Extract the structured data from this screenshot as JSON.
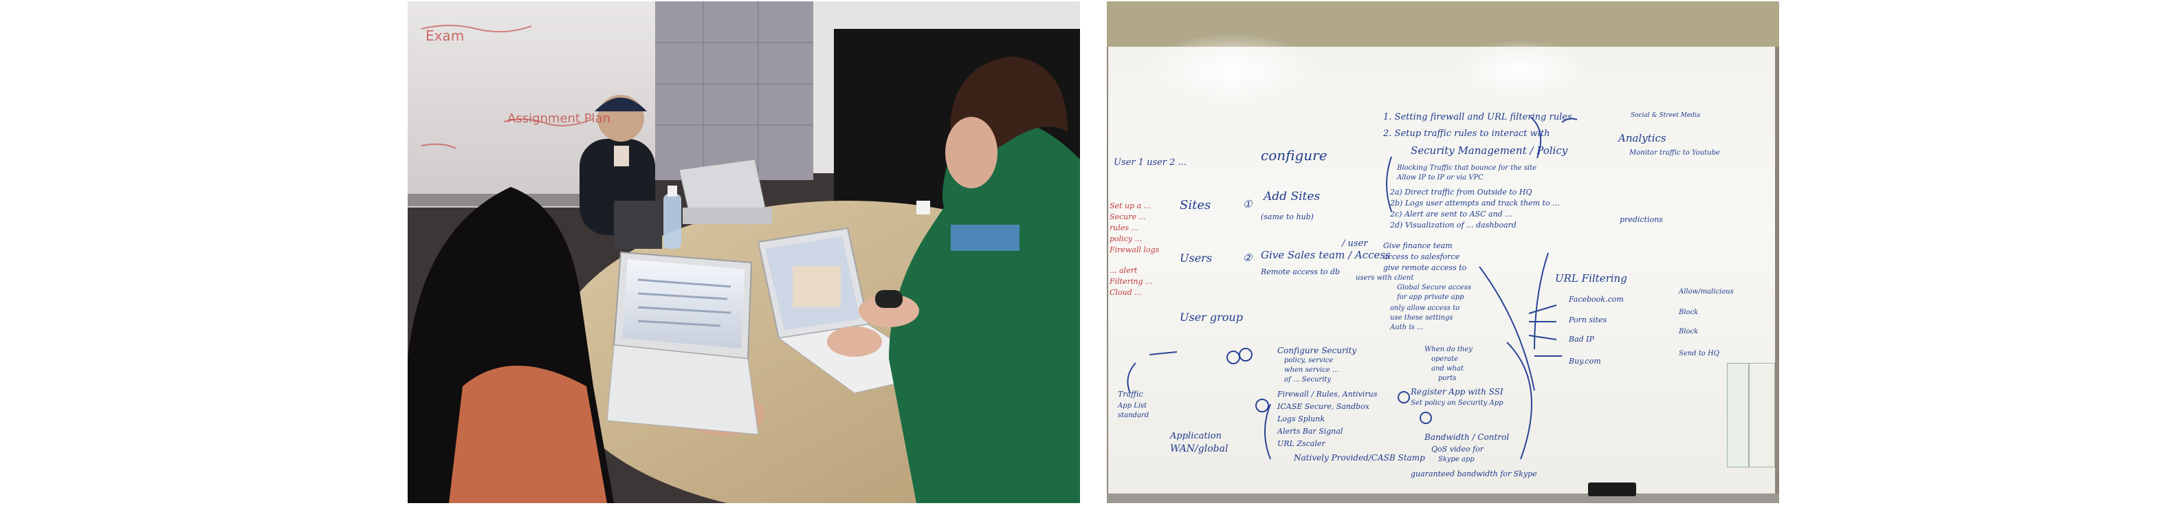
{
  "left_photo": {
    "whiteboard_scribbles": [
      "Exam",
      "Assignment Plan"
    ]
  },
  "right_photo": {
    "headings": {
      "configure": "configure",
      "sites": "Sites",
      "users": "Users",
      "user_group": "User group",
      "analytics": "Analytics",
      "url_filtering": "URL Filtering",
      "predictions": "predictions",
      "application": "Application",
      "wan_global": "WAN/global",
      "traffic": "Traffic",
      "app_list": "App List",
      "standard": "standard"
    },
    "steps": {
      "add_sites": "Add Sites",
      "add_sites_sub": "(same to hub)",
      "give_sales_team": "Give Sales team / Access",
      "remote_access": "Remote access to db",
      "user_user": "/ user",
      "setup_1": "1.  Setting firewall and URL filtering rules",
      "setup_2": "2.  Setup traffic rules to interact with",
      "security_mgmt": "Security Management / Policy",
      "blocking_traffic": "Blocking Traffic that bounce for the site",
      "allow_ip": "Allow IP to IP or via VPC",
      "direct_traffic": "2a) Direct traffic from Outside to HQ",
      "logs": "2b) Logs user attempts and track them to ...",
      "alert": "2c) Alert are sent to ASC and ...",
      "visualization": "2d) Visualization of ... dashboard"
    },
    "url_list": [
      "Facebook.com",
      "Porn sites",
      "Bad IP",
      "Buy.com"
    ],
    "url_actions": [
      "Allow/malicious",
      "Block",
      "Block",
      "Send to HQ"
    ],
    "middle_notes": [
      "Give finance team",
      "access to salesforce",
      "give remote access to",
      "users with client",
      "Global Secure access",
      "for app private app",
      "only allow access to",
      "use these settings",
      "Auth is ..."
    ],
    "bottom_notes": [
      "Configure Security",
      "policy, service",
      "when service ...",
      "of ... Security",
      "Firewall / Rules, Antivirus",
      "ICASE   Secure, Sandbox",
      "Logs    Splunk",
      "Alerts  Bar Signal",
      "URL     Zscaler",
      "Natively Provided/CASB Stamp"
    ],
    "qos_notes": [
      "When do they",
      "operate",
      "and what",
      "ports",
      "Register App with SSI",
      "Set policy on Security App",
      "Bandwidth / Control",
      "QoS  video for",
      "Skype app",
      "guaranteed bandwidth for Skype"
    ],
    "top_left_note": "User 1 user 2 ...",
    "red_notes": [
      "Set up a ...",
      "Secure ...",
      "rules ...",
      "policy ...",
      "Firewall logs",
      "... alert",
      "Filtering ...",
      "Cloud ..."
    ],
    "right_edge_notes": [
      "Social & Street Media",
      "Monitor traffic to Youtube"
    ]
  }
}
